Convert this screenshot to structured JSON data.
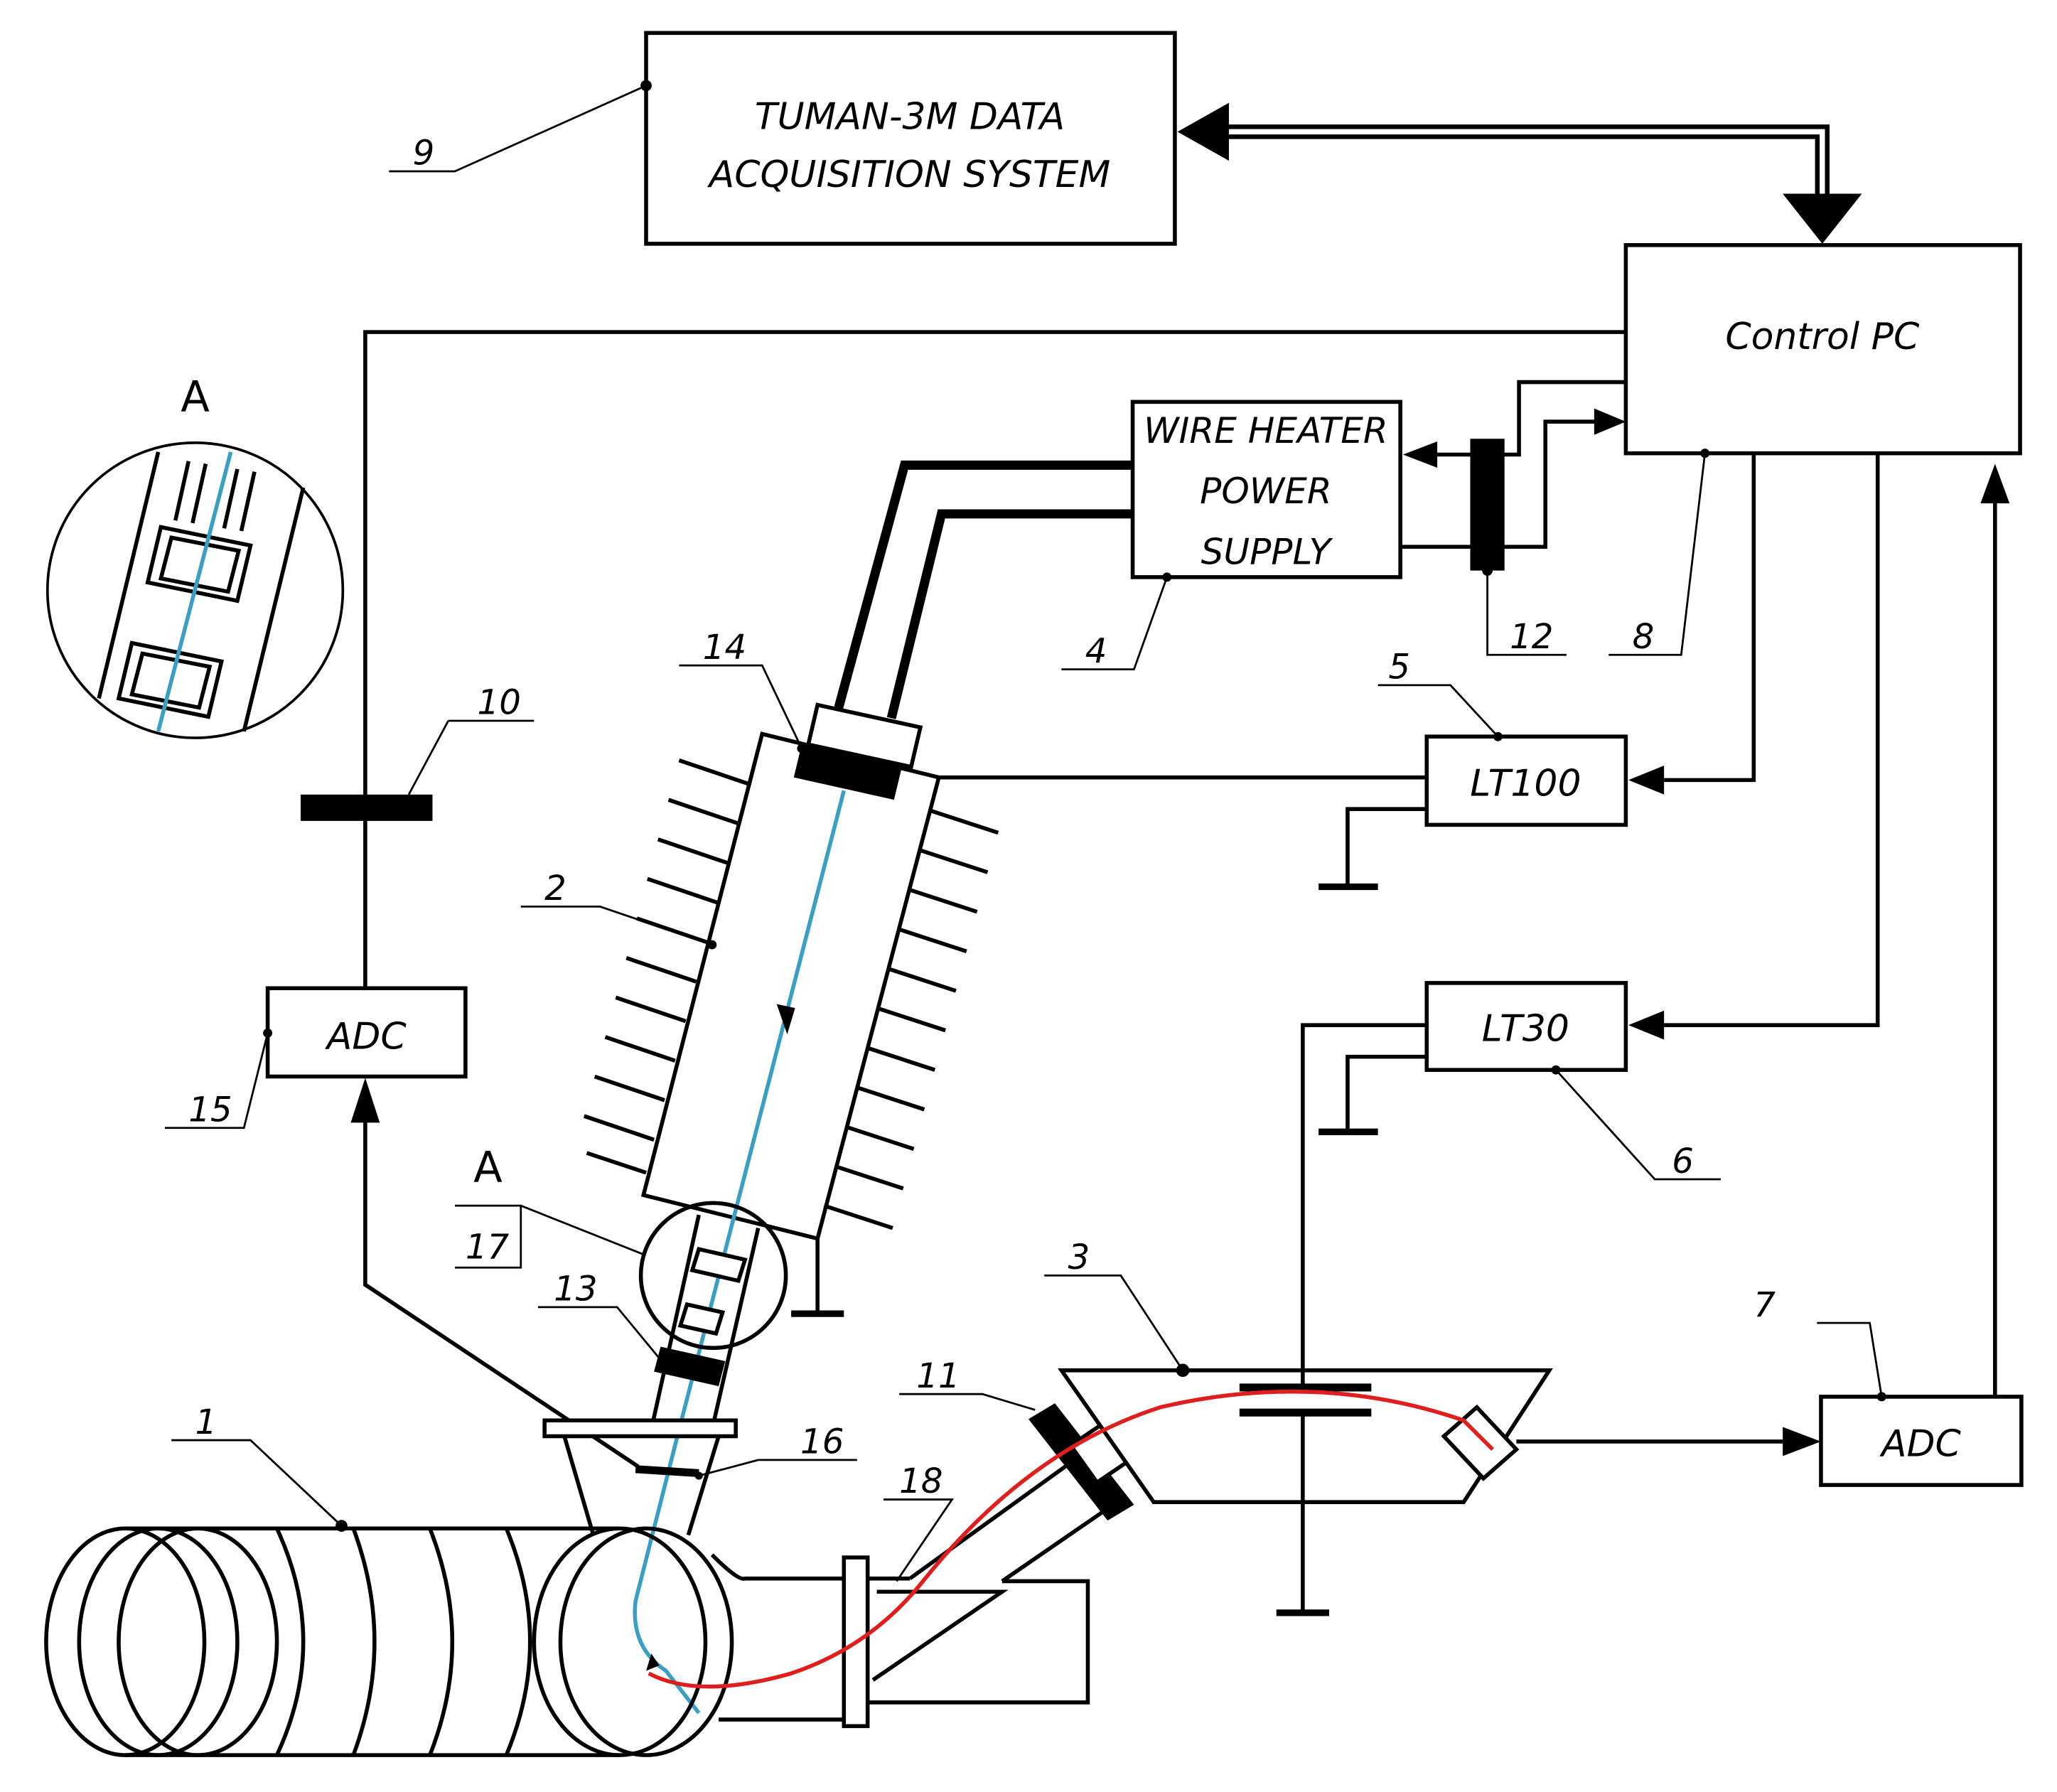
{
  "blocks": {
    "tuman": {
      "line1": "TUMAN-3M DATA",
      "line2": "ACQUISITION SYSTEM"
    },
    "control_pc": "Control PC",
    "heater": {
      "line1": "WIRE HEATER",
      "line2": "POWER",
      "line3": "SUPPLY"
    },
    "lt100": "LT100",
    "lt30": "LT30",
    "adc_left": "ADC",
    "adc_right": "ADC"
  },
  "callouts": [
    "1",
    "2",
    "3",
    "4",
    "5",
    "6",
    "7",
    "8",
    "9",
    "10",
    "11",
    "12",
    "13",
    "14",
    "15",
    "16",
    "17",
    "18"
  ],
  "detail_label": "A",
  "colors": {
    "line": "#000000",
    "wire": "#3b9fc4",
    "beam": "#e01e1e",
    "background": "#ffffff"
  }
}
